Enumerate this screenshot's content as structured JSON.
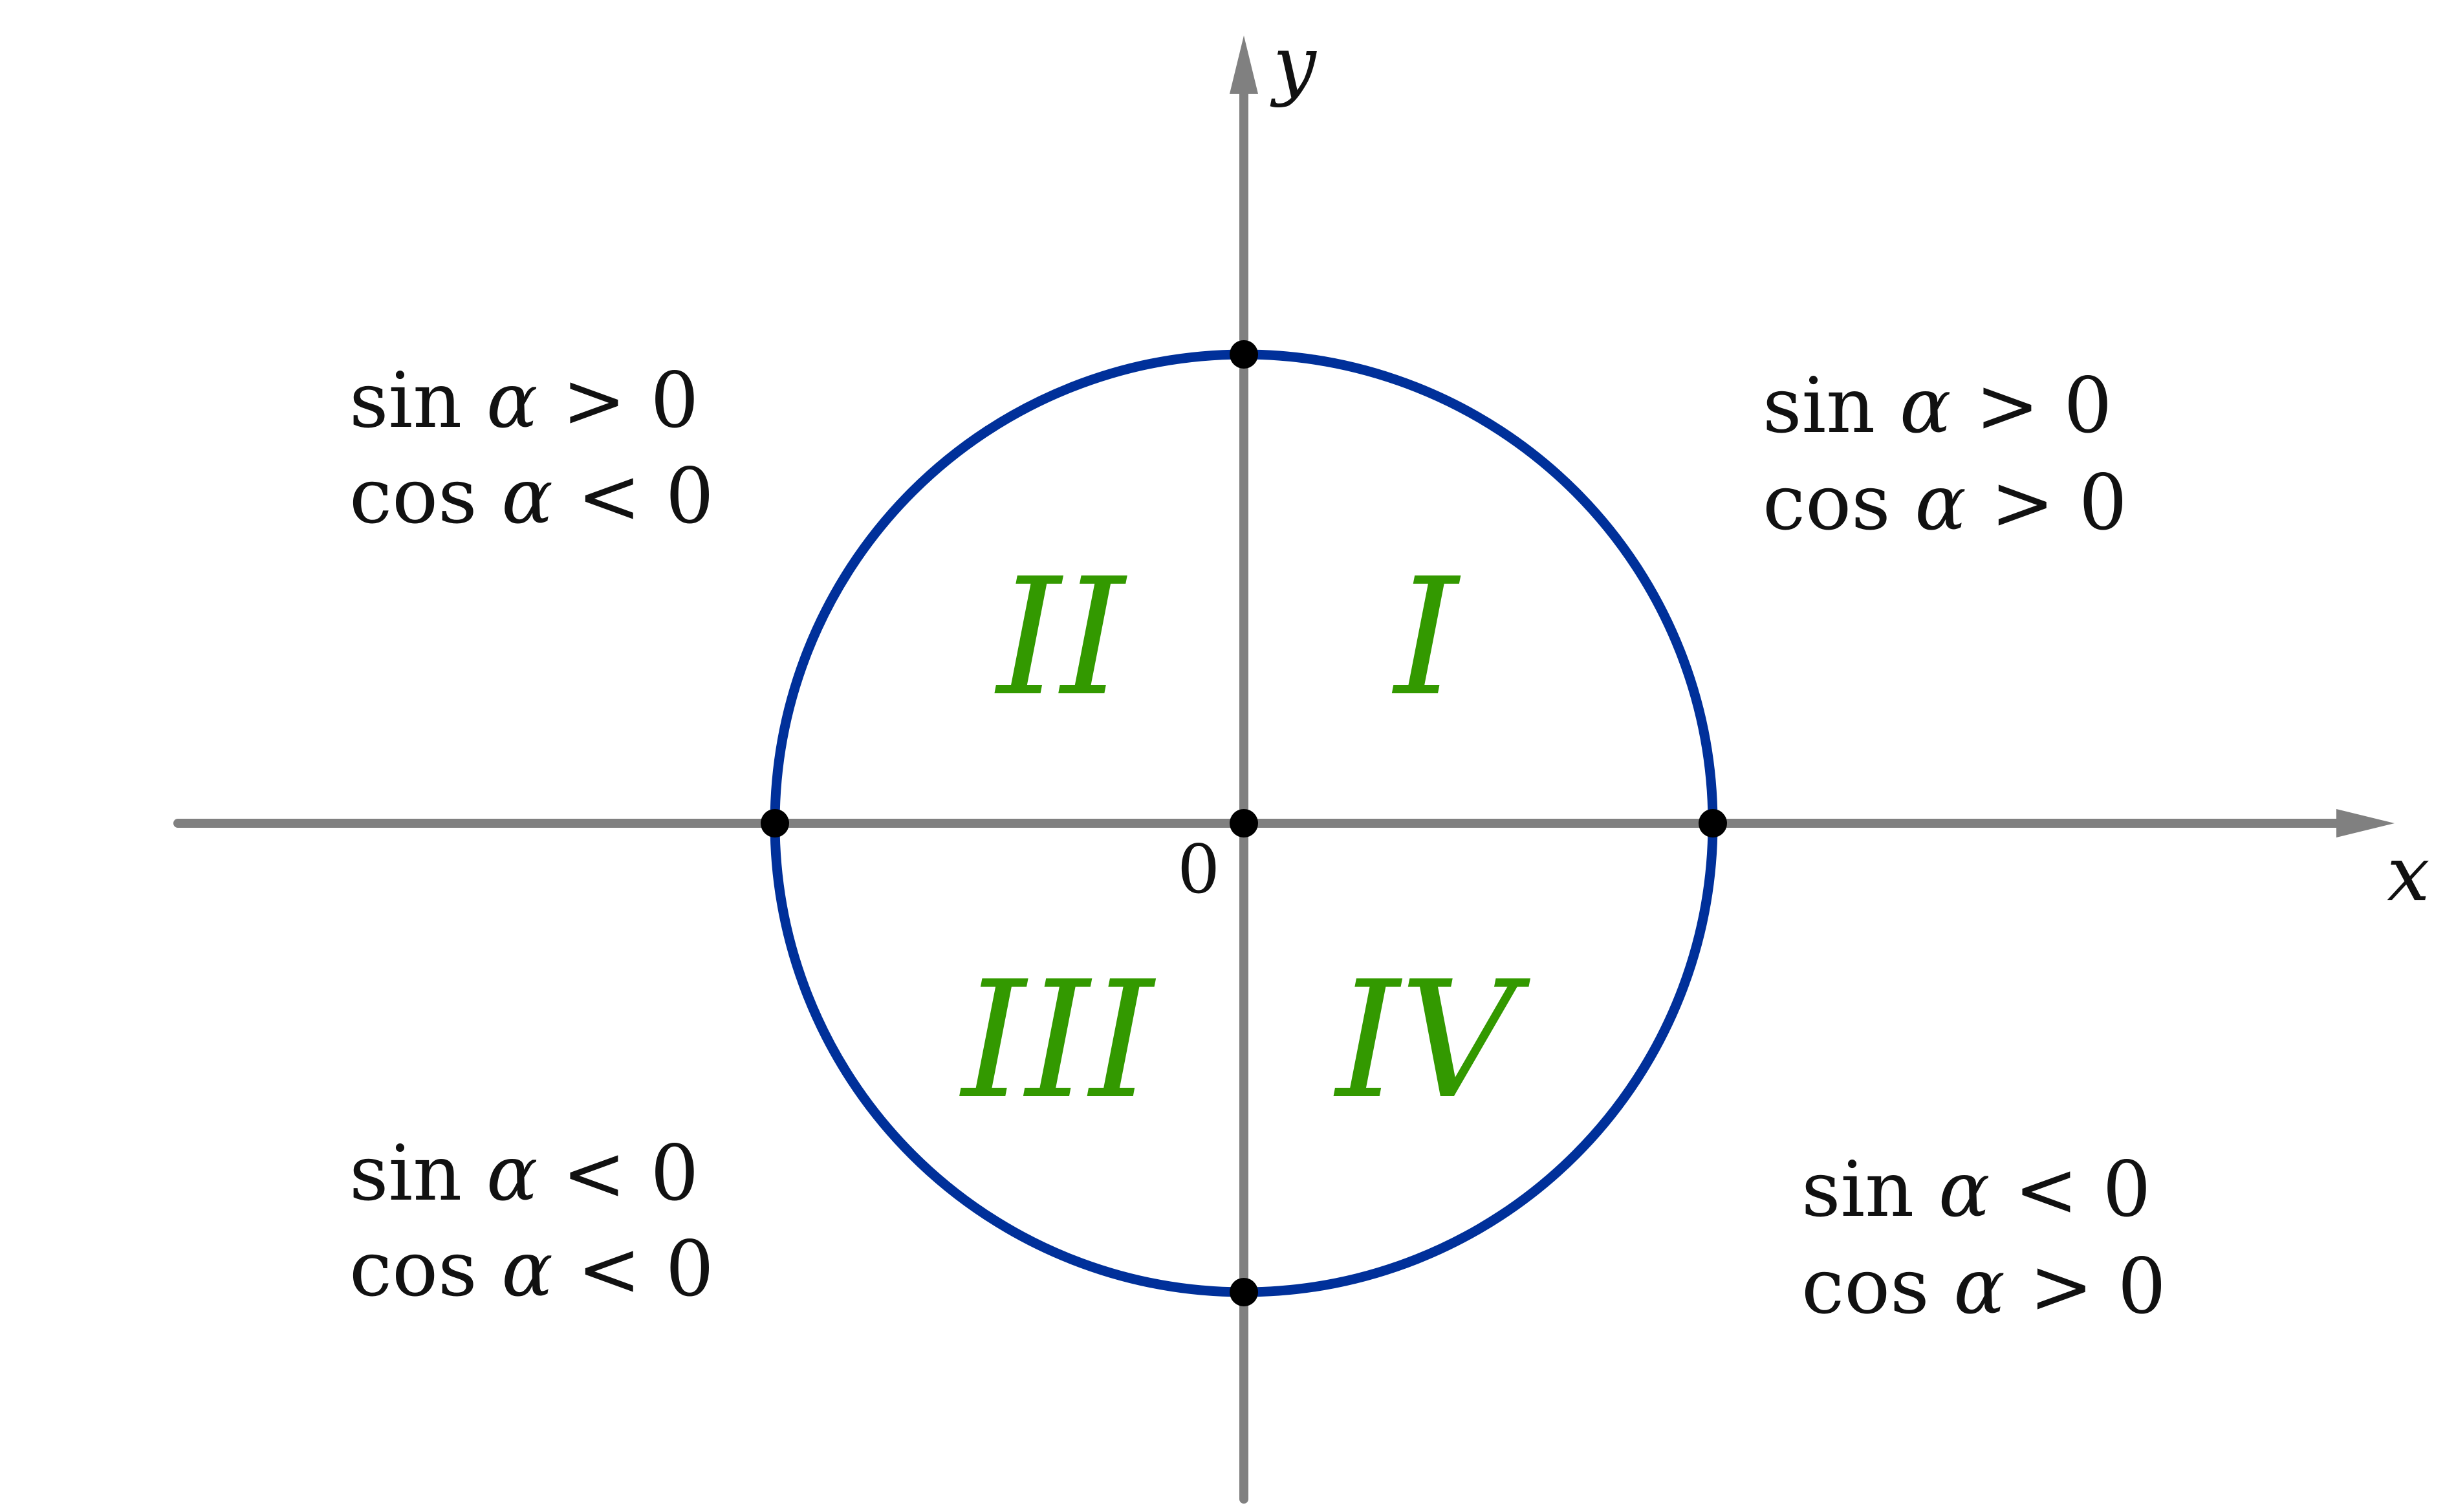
{
  "axes": {
    "x_label": "x",
    "y_label": "y",
    "origin_label": "0"
  },
  "colors": {
    "axis": "#808080",
    "circle": "#00309a",
    "quadrant_numeral": "#339900",
    "text": "#111111",
    "points": "#000000"
  },
  "quadrants": [
    {
      "numeral": "I",
      "sin": {
        "fn": "sin",
        "var": "α",
        "rel": ">",
        "val": "0"
      },
      "cos": {
        "fn": "cos",
        "var": "α",
        "rel": ">",
        "val": "0"
      }
    },
    {
      "numeral": "II",
      "sin": {
        "fn": "sin",
        "var": "α",
        "rel": ">",
        "val": "0"
      },
      "cos": {
        "fn": "cos",
        "var": "α",
        "rel": "<",
        "val": "0"
      }
    },
    {
      "numeral": "III",
      "sin": {
        "fn": "sin",
        "var": "α",
        "rel": "<",
        "val": "0"
      },
      "cos": {
        "fn": "cos",
        "var": "α",
        "rel": "<",
        "val": "0"
      }
    },
    {
      "numeral": "IV",
      "sin": {
        "fn": "sin",
        "var": "α",
        "rel": "<",
        "val": "0"
      },
      "cos": {
        "fn": "cos",
        "var": "α",
        "rel": ">",
        "val": "0"
      }
    }
  ]
}
